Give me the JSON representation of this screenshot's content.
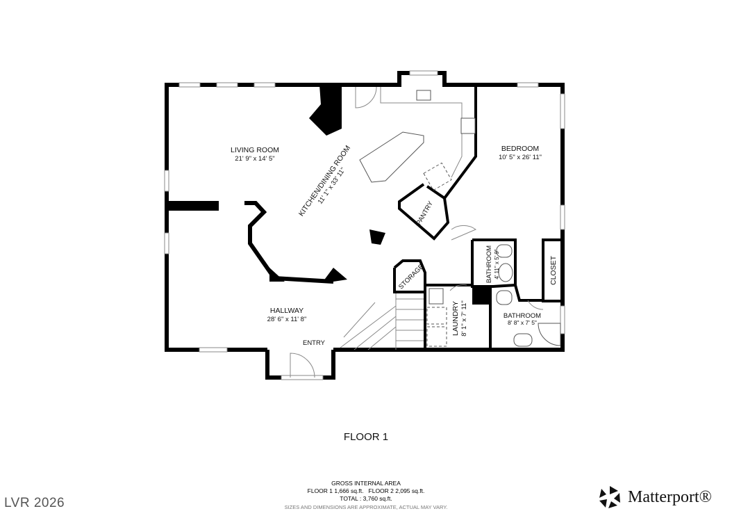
{
  "floor_title": "FLOOR 1",
  "rooms": [
    {
      "name": "LIVING ROOM",
      "dims": "21' 9\" x 14' 5\""
    },
    {
      "name": "KITCHEN/DINING ROOM",
      "dims": "11' 1\" x 33' 11\""
    },
    {
      "name": "BEDROOM",
      "dims": "10' 5\" x 26' 11\""
    },
    {
      "name": "PANTRY"
    },
    {
      "name": "BATHROOM",
      "dims": "4' 11\" x 5' 9\""
    },
    {
      "name": "CLOSET"
    },
    {
      "name": "STORAGE"
    },
    {
      "name": "LAUNDRY",
      "dims": "8' 1\" x 7' 11\""
    },
    {
      "name": "BATHROOM",
      "dims": "8' 8\" x 7' 5\""
    },
    {
      "name": "HALLWAY",
      "dims": "28' 6\" x 11' 8\""
    },
    {
      "name": "ENTRY"
    }
  ],
  "area": {
    "heading": "GROSS INTERNAL AREA",
    "floors": "FLOOR 1 1,666 sq.ft.   FLOOR 2 2,095 sq.ft.",
    "total": "TOTAL :  3,760 sq.ft.",
    "disclaimer": "SIZES AND DIMENSIONS ARE APPROXIMATE, ACTUAL MAY VARY."
  },
  "watermark": "LVR 2026",
  "brand": {
    "name": "Matterport",
    "mark": "®",
    "logo_icon": "matterport-logo-icon"
  }
}
